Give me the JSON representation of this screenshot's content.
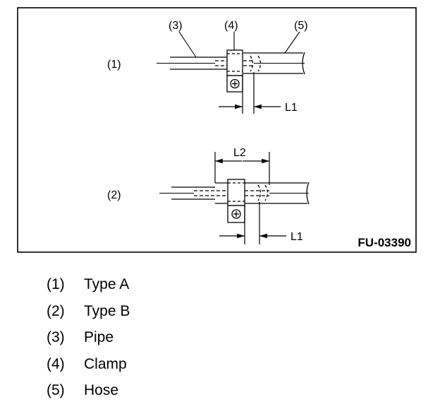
{
  "figure": {
    "code": "FU-03390",
    "callouts": {
      "pipe": "(3)",
      "clamp": "(4)",
      "hose": "(5)",
      "type_a": "(1)",
      "type_b": "(2)"
    },
    "dimensions": {
      "l1_a": "L1",
      "l2": "L2",
      "l1_b": "L1"
    }
  },
  "legend": [
    {
      "num": "(1)",
      "text": "Type A"
    },
    {
      "num": "(2)",
      "text": "Type B"
    },
    {
      "num": "(3)",
      "text": "Pipe"
    },
    {
      "num": "(4)",
      "text": "Clamp"
    },
    {
      "num": "(5)",
      "text": "Hose"
    }
  ]
}
